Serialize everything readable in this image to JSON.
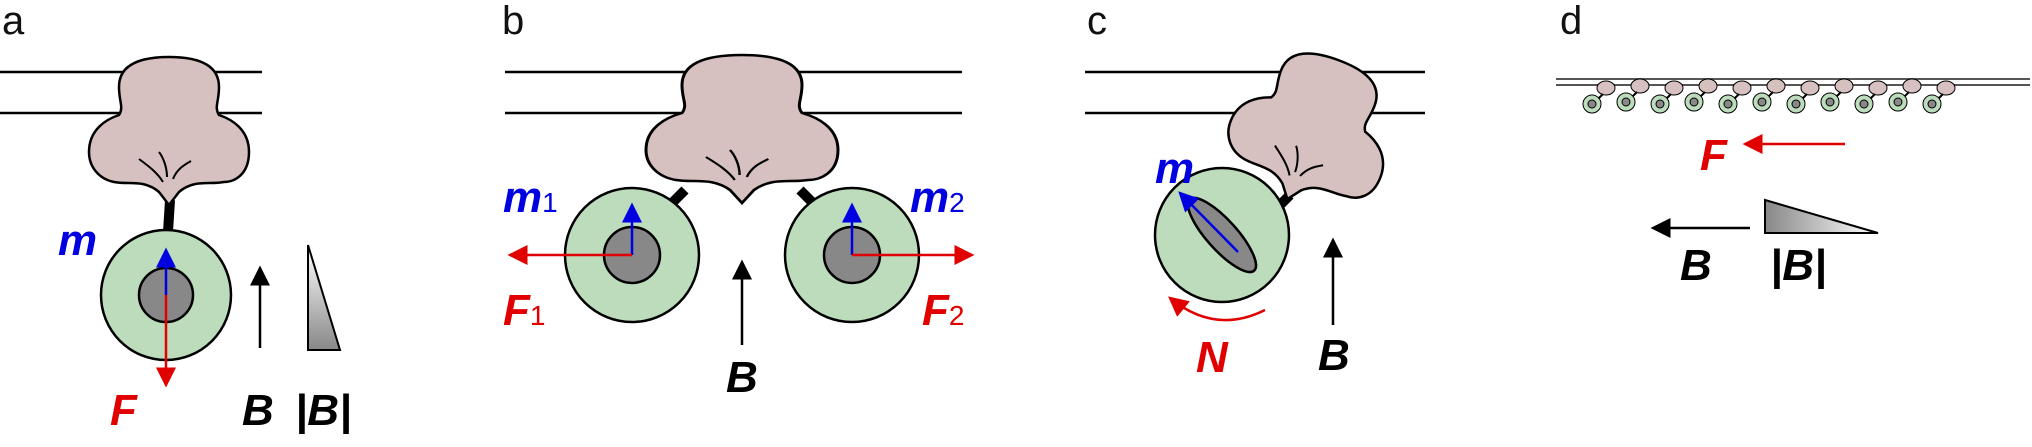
{
  "panels": {
    "a": {
      "label": "a",
      "moment": "m",
      "force": "F",
      "field": "B",
      "gradient": "|B|"
    },
    "b": {
      "label": "b",
      "moment1": "m",
      "moment1_sub": "1",
      "moment2": "m",
      "moment2_sub": "2",
      "force1": "F",
      "force1_sub": "1",
      "force2": "F",
      "force2_sub": "2",
      "field": "B"
    },
    "c": {
      "label": "c",
      "moment": "m",
      "torque": "N",
      "field": "B"
    },
    "d": {
      "label": "d",
      "force": "F",
      "field": "B",
      "gradient": "|B|"
    }
  },
  "colors": {
    "moment": "#0000e0",
    "force": "#e00000",
    "protein": "#d7c0c0",
    "bead": "#bcdcbc",
    "core": "#888888"
  }
}
